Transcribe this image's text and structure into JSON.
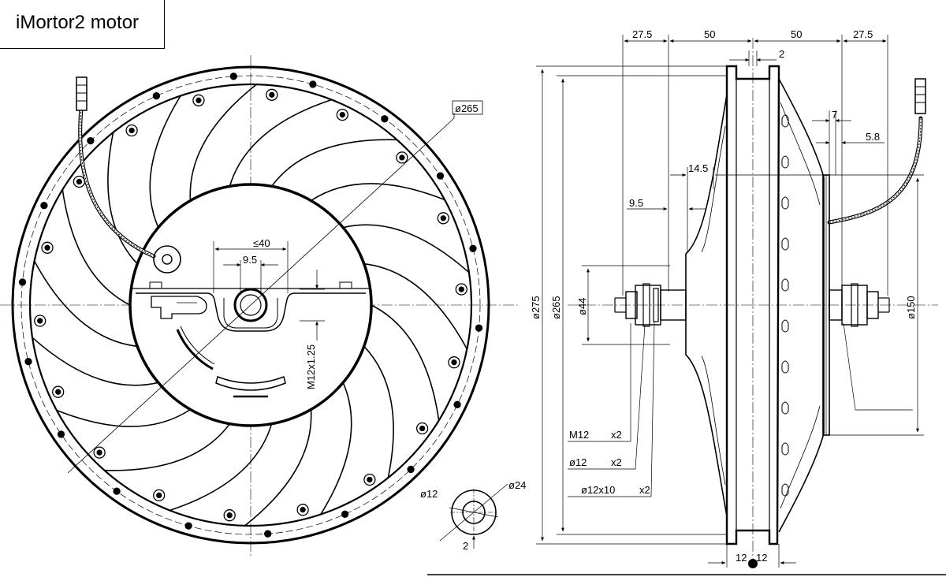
{
  "title": "iMortor2 motor",
  "front_view": {
    "rim_diameter_label": "ø265",
    "max_width_label": "≤40",
    "flat_width_label": "9.5",
    "thread_label": "M12x1.25"
  },
  "side_view": {
    "top_dims": [
      "27.5",
      "50",
      "50",
      "27.5"
    ],
    "center_gap_label": "2",
    "dim_7": "7",
    "dim_5_8": "5.8",
    "dim_14_5": "14.5",
    "dim_9_5": "9.5",
    "outer_diameter_label": "ø275",
    "rim_diameter_label": "ø265",
    "axle_diameter_label": "ø44",
    "flange_diameter_label": "ø150",
    "bottom_dims": [
      "12",
      "12"
    ],
    "parts": [
      {
        "name": "M12",
        "qty": "x2"
      },
      {
        "name": "ø12",
        "qty": "x2"
      },
      {
        "name": "ø12x10",
        "qty": "x2"
      }
    ]
  },
  "washer_view": {
    "inner_label": "ø12",
    "outer_label": "ø24",
    "thickness_label": "2"
  },
  "colors": {
    "line": "#000000",
    "background": "#ffffff"
  }
}
